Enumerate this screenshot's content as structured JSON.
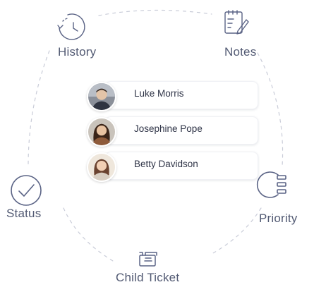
{
  "nodes": {
    "history": {
      "label": "History",
      "icon": "history-clock-icon"
    },
    "notes": {
      "label": "Notes",
      "icon": "notepad-pen-icon"
    },
    "status": {
      "label": "Status",
      "icon": "check-circle-icon"
    },
    "priority": {
      "label": "Priority",
      "icon": "priority-bars-icon"
    },
    "child_ticket": {
      "label": "Child Ticket",
      "icon": "child-ticket-icon"
    }
  },
  "users": [
    {
      "name": "Luke Morris",
      "avatar": "avatar-luke-morris"
    },
    {
      "name": "Josephine Pope",
      "avatar": "avatar-josephine-pope"
    },
    {
      "name": "Betty Davidson",
      "avatar": "avatar-betty-davidson"
    }
  ],
  "colors": {
    "icon_stroke": "#5a6385",
    "label": "#525a73",
    "dash": "#c9ccd8"
  }
}
